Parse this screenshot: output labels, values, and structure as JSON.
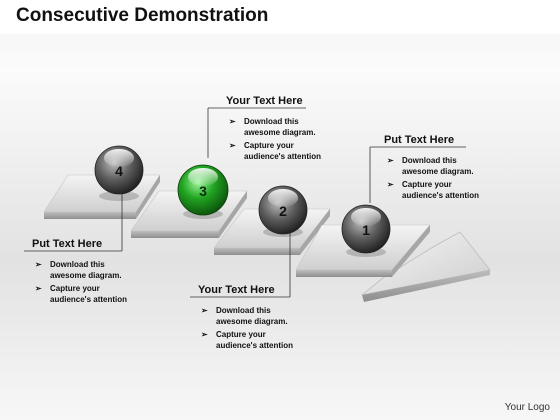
{
  "title": "Consecutive Demonstration",
  "footer": {
    "logo_text": "Your Logo"
  },
  "steps": [
    {
      "number": "1",
      "color": "#3a3a3a"
    },
    {
      "number": "2",
      "color": "#3a3a3a"
    },
    {
      "number": "3",
      "color": "#1f8a1f",
      "highlighted": true
    },
    {
      "number": "4",
      "color": "#3a3a3a"
    }
  ],
  "callouts": {
    "top_center": {
      "heading": "Your Text Here",
      "items": [
        "Download this awesome diagram.",
        "Capture your audience's attention"
      ]
    },
    "top_right": {
      "heading": "Put Text Here",
      "items": [
        "Download this awesome diagram.",
        "Capture your audience's attention"
      ]
    },
    "left": {
      "heading": "Put Text Here",
      "items": [
        "Download this awesome diagram.",
        "Capture your audience's attention"
      ]
    },
    "bottom_center": {
      "heading": "Your Text Here",
      "items": [
        "Download this awesome diagram.",
        "Capture your audience's attention"
      ]
    }
  }
}
